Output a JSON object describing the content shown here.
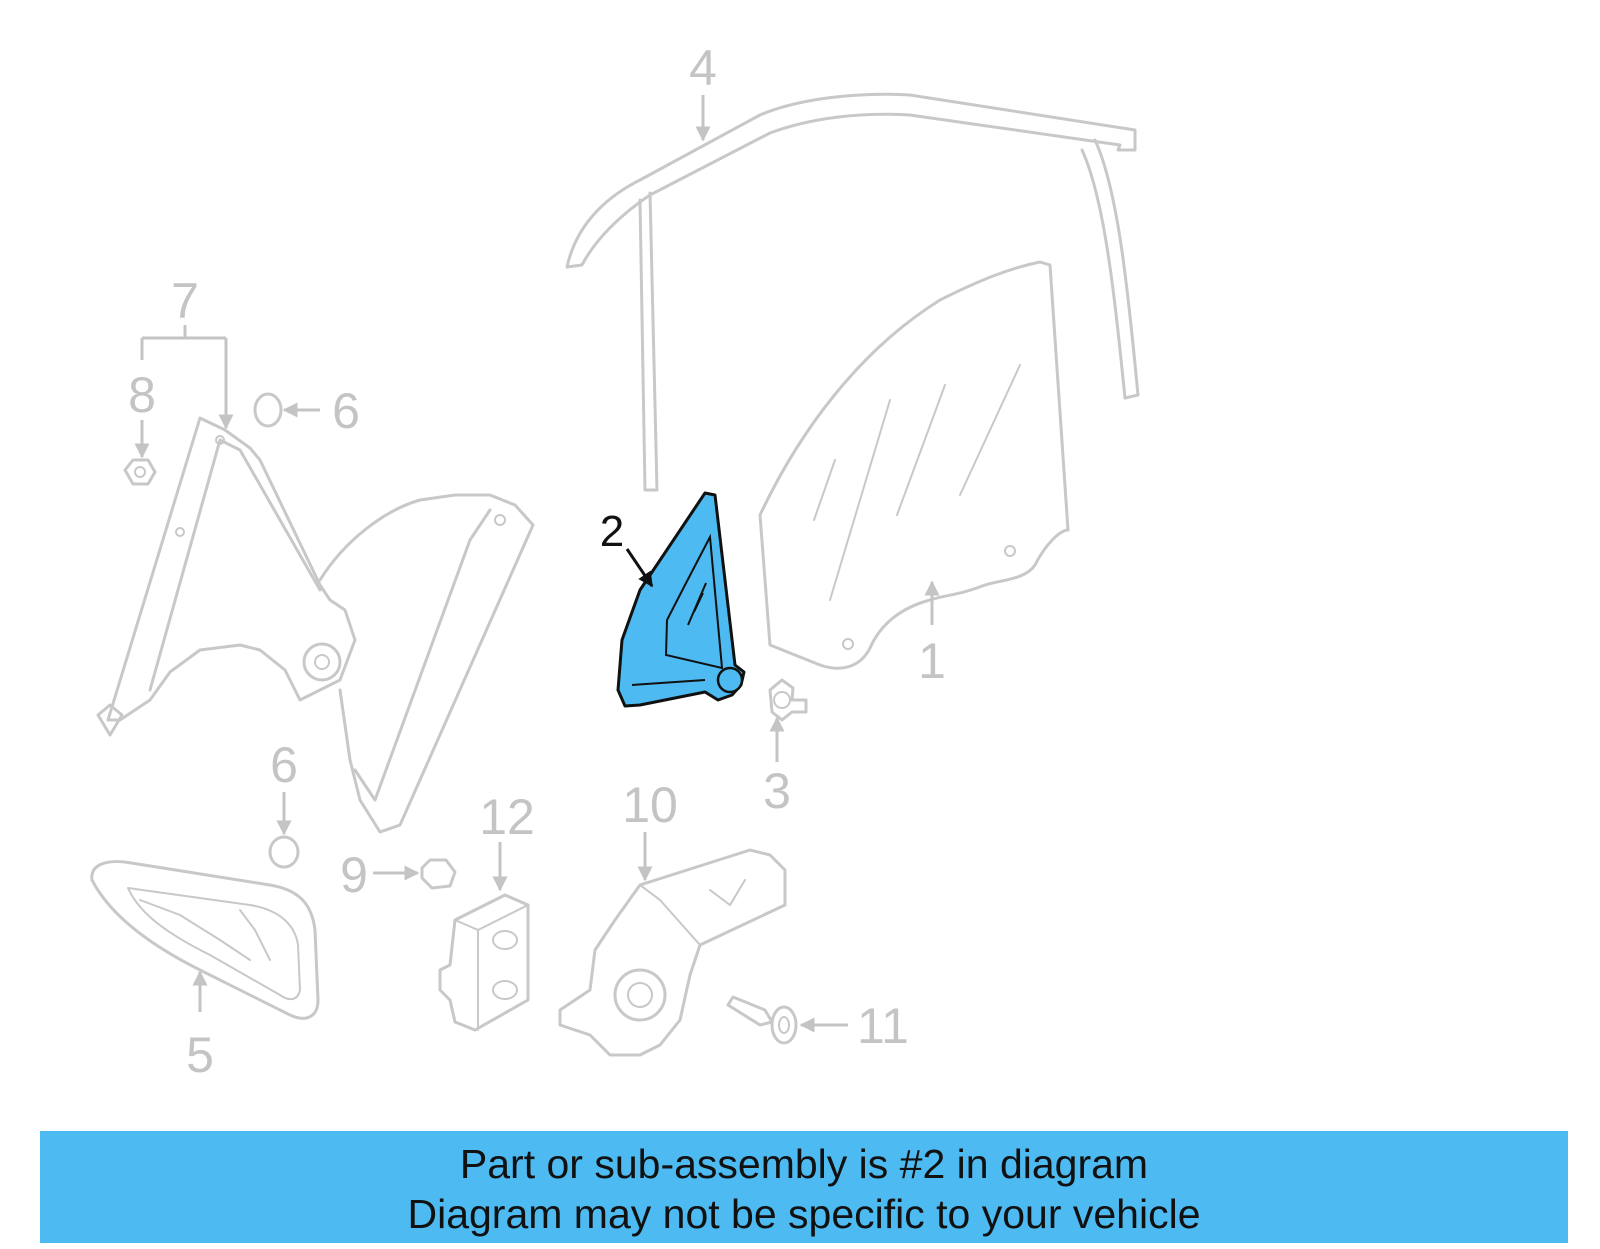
{
  "highlight_color": "#4dbaf1",
  "callouts": {
    "c1": "1",
    "c2": "2",
    "c3": "3",
    "c4": "4",
    "c5": "5",
    "c6a": "6",
    "c6b": "6",
    "c7": "7",
    "c8": "8",
    "c9": "9",
    "c10": "10",
    "c11": "11",
    "c12": "12"
  },
  "caption": {
    "line1": "Part or sub-assembly is #2 in diagram",
    "line2": "Diagram may not be specific to your vehicle"
  }
}
